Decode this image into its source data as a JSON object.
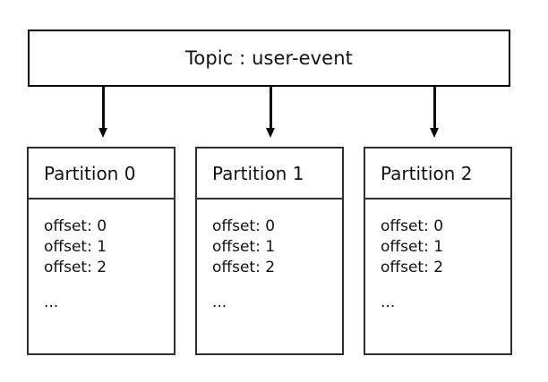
{
  "diagram": {
    "type": "kafka-topic-partition-diagram",
    "topic": {
      "label": "Topic : user-event",
      "name": "user-event",
      "prefix": "Topic :"
    },
    "arrows": [
      {
        "name": "arrow-to-partition-0",
        "glyph": "down-arrow-icon"
      },
      {
        "name": "arrow-to-partition-1",
        "glyph": "down-arrow-icon"
      },
      {
        "name": "arrow-to-partition-2",
        "glyph": "down-arrow-icon"
      }
    ],
    "partitions": [
      {
        "title": "Partition 0",
        "offsets": [
          "offset: 0",
          "offset: 1",
          "offset: 2"
        ],
        "ellipsis": "..."
      },
      {
        "title": "Partition 1",
        "offsets": [
          "offset: 0",
          "offset: 1",
          "offset: 2"
        ],
        "ellipsis": "..."
      },
      {
        "title": "Partition 2",
        "offsets": [
          "offset: 0",
          "offset: 1",
          "offset: 2"
        ],
        "ellipsis": "..."
      }
    ],
    "colors": {
      "background": "#ffffff",
      "stroke": "#0a0a0a",
      "box_stroke": "#2e2e2e",
      "text": "#111111"
    }
  }
}
